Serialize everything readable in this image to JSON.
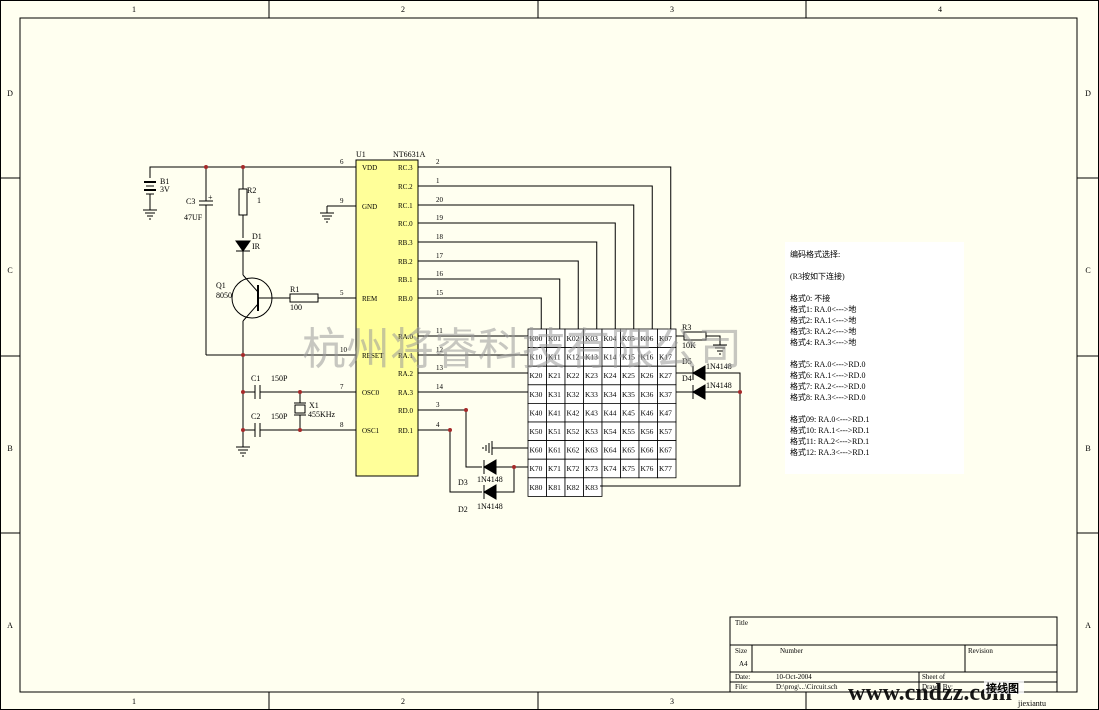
{
  "zones": {
    "columns": [
      "1",
      "2",
      "3",
      "4"
    ],
    "rows": [
      "D",
      "C",
      "B",
      "A"
    ]
  },
  "chip": {
    "ref": "U1",
    "part": "NT6631A",
    "left_pins": [
      {
        "num": "6",
        "name": "VDD"
      },
      {
        "num": "9",
        "name": "GND"
      },
      {
        "num": "5",
        "name": "REM"
      },
      {
        "num": "10",
        "name": "RESET"
      },
      {
        "num": "7",
        "name": "OSC0"
      },
      {
        "num": "8",
        "name": "OSC1"
      }
    ],
    "right_pins": [
      {
        "num": "2",
        "name": "RC.3"
      },
      {
        "num": "1",
        "name": "RC.2"
      },
      {
        "num": "20",
        "name": "RC.1"
      },
      {
        "num": "19",
        "name": "RC.0"
      },
      {
        "num": "18",
        "name": "RB.3"
      },
      {
        "num": "17",
        "name": "RB.2"
      },
      {
        "num": "16",
        "name": "RB.1"
      },
      {
        "num": "15",
        "name": "RB.0"
      },
      {
        "num": "11",
        "name": "RA.0"
      },
      {
        "num": "12",
        "name": "RA.1"
      },
      {
        "num": "13",
        "name": "RA.2"
      },
      {
        "num": "14",
        "name": "RA.3"
      },
      {
        "num": "3",
        "name": "RD.0"
      },
      {
        "num": "4",
        "name": "RD.1"
      }
    ]
  },
  "components": {
    "b1_ref": "B1",
    "b1_val": "3V",
    "c3_ref": "C3",
    "c3_val": "47UF",
    "r2_ref": "R2",
    "r2_val": "1",
    "d1_ref": "D1",
    "d1_val": "IR",
    "q1_ref": "Q1",
    "q1_val": "8050",
    "r1_ref": "R1",
    "r1_val": "100",
    "c1_ref": "C1",
    "c1_val": "150P",
    "c2_ref": "C2",
    "c2_val": "150P",
    "x1_ref": "X1",
    "x1_val": "455KHz",
    "r3_ref": "R3",
    "r3_val": "10K",
    "d2_ref": "D2",
    "d2_val": "1N4148",
    "d3_ref": "D3",
    "d3_val": "1N4148",
    "d4_ref": "D4",
    "d4_val": "1N4148",
    "d5_ref": "D5",
    "d5_val": "1N4148"
  },
  "keys": [
    [
      "K00",
      "K01",
      "K02",
      "K03",
      "K04",
      "K05",
      "K06",
      "K07"
    ],
    [
      "K10",
      "K11",
      "K12",
      "K13",
      "K14",
      "K15",
      "K16",
      "K17"
    ],
    [
      "K20",
      "K21",
      "K22",
      "K23",
      "K24",
      "K25",
      "K26",
      "K27"
    ],
    [
      "K30",
      "K31",
      "K32",
      "K33",
      "K34",
      "K35",
      "K36",
      "K37"
    ],
    [
      "K40",
      "K41",
      "K42",
      "K43",
      "K44",
      "K45",
      "K46",
      "K47"
    ],
    [
      "K50",
      "K51",
      "K52",
      "K53",
      "K54",
      "K55",
      "K56",
      "K57"
    ],
    [
      "K60",
      "K61",
      "K62",
      "K63",
      "K64",
      "K65",
      "K66",
      "K67"
    ],
    [
      "K70",
      "K71",
      "K72",
      "K73",
      "K74",
      "K75",
      "K76",
      "K77"
    ],
    [
      "K80",
      "K81",
      "K82",
      "K83"
    ]
  ],
  "note": {
    "title": "编码格式选择:",
    "subtitle": "(R3按如下连接)",
    "groups": [
      [
        "格式0:  不接",
        "格式1:  RA.0<--->地",
        "格式2:  RA.1<--->地",
        "格式3:  RA.2<--->地",
        "格式4:  RA.3<--->地"
      ],
      [
        "格式5:  RA.0<--->RD.0",
        "格式6:  RA.1<--->RD.0",
        "格式7:  RA.2<--->RD.0",
        "格式8:  RA.3<--->RD.0"
      ],
      [
        "格式09:  RA.0<--->RD.1",
        "格式10:  RA.1<--->RD.1",
        "格式11:  RA.2<--->RD.1",
        "格式12:  RA.3<--->RD.1"
      ]
    ]
  },
  "watermark": "杭州将睿科技有限公司",
  "title_block": {
    "title_label": "Title",
    "size_label": "Size",
    "size_value": "A4",
    "number_label": "Number",
    "revision_label": "Revision",
    "date_label": "Date:",
    "date_value": "10-Oct-2004",
    "file_label": "File:",
    "file_value": "D:\\prog\\...\\Circuit.sch",
    "sheet_label": "Sheet    of",
    "drawn_label": "Drawn By:"
  },
  "site_logo": {
    "text": "www.cndzz.com",
    "sub": "jiexiantu",
    "badge": "接线图"
  },
  "colors": {
    "paper": "#fffff0",
    "ink": "#000000",
    "border": "#000000",
    "watermark": "#9a9a9a",
    "logo_blue": "#2a8fd8",
    "logo_red": "#d23a2a"
  }
}
